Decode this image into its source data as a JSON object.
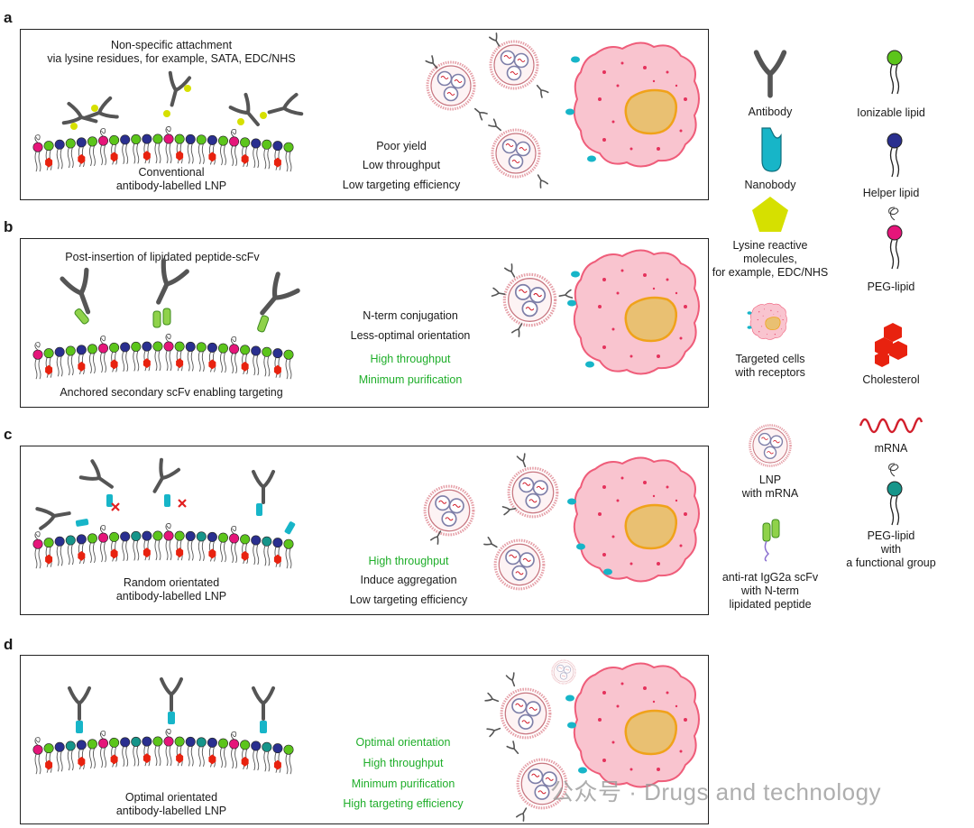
{
  "panels": {
    "a": {
      "letter": "a",
      "top_text": [
        "Non-specific attachment",
        "via lysine residues, for example, SATA, EDC/NHS"
      ],
      "bottom_text": [
        "Conventional",
        "antibody-labelled LNP"
      ],
      "props": [
        {
          "text": "Poor yield",
          "positive": false
        },
        {
          "text": "Low throughput",
          "positive": false
        },
        {
          "text": "Low targeting efficiency",
          "positive": false
        }
      ]
    },
    "b": {
      "letter": "b",
      "top_text": [
        "Post-insertion of lipidated peptide-scFv"
      ],
      "bottom_text": [
        "Anchored secondary scFv enabling targeting"
      ],
      "props": [
        {
          "text": "N-term conjugation",
          "positive": false
        },
        {
          "text": "Less-optimal orientation",
          "positive": false
        },
        {
          "text": "High throughput",
          "positive": true
        },
        {
          "text": "Minimum purification",
          "positive": true
        }
      ]
    },
    "c": {
      "letter": "c",
      "bottom_text": [
        "Random orientated",
        "antibody-labelled LNP"
      ],
      "props": [
        {
          "text": "High throughput",
          "positive": true
        },
        {
          "text": "Induce aggregation",
          "positive": false
        },
        {
          "text": "Low targeting efficiency",
          "positive": false
        }
      ]
    },
    "d": {
      "letter": "d",
      "bottom_text": [
        "Optimal orientated",
        "antibody-labelled LNP"
      ],
      "props": [
        {
          "text": "Optimal orientation",
          "positive": true
        },
        {
          "text": "High throughput",
          "positive": true
        },
        {
          "text": "Minimum purification",
          "positive": true
        },
        {
          "text": "High targeting efficiency",
          "positive": true
        }
      ]
    }
  },
  "legend": {
    "antibody": "Antibody",
    "nanobody": "Nanobody",
    "lysine": [
      "Lysine reactive",
      "molecules,",
      "for example, EDC/NHS"
    ],
    "targeted_cells": [
      "Targeted cells",
      "with receptors"
    ],
    "lnp": [
      "LNP",
      "with mRNA"
    ],
    "scfv": [
      "anti-rat IgG2a scFv",
      "with N-term",
      "lipidated peptide"
    ],
    "ionizable": "Ionizable lipid",
    "helper": "Helper lipid",
    "peg": "PEG-lipid",
    "cholesterol": "Cholesterol",
    "mrna": "mRNA",
    "peg_functional": [
      "PEG-lipid",
      "with",
      "a functional group"
    ]
  },
  "watermark": "公众号 · Drugs and technology",
  "colors": {
    "ionizable_lipid": "#5cc51b",
    "helper_lipid": "#2a2f8f",
    "peg_lipid": "#e5157a",
    "cholesterol": "#e8220f",
    "mrna": "#d21f2c",
    "peg_functional": "#16958a",
    "nanobody": "#17b5c8",
    "lysine_reactive": "#d6e000",
    "cell_fill": "#f9c4cf",
    "cell_border": "#ef5d7a",
    "nucleus_fill": "#e9c072",
    "nucleus_border": "#f0a21a",
    "antibody": "#555555",
    "positive_text": "#1fae2a"
  }
}
